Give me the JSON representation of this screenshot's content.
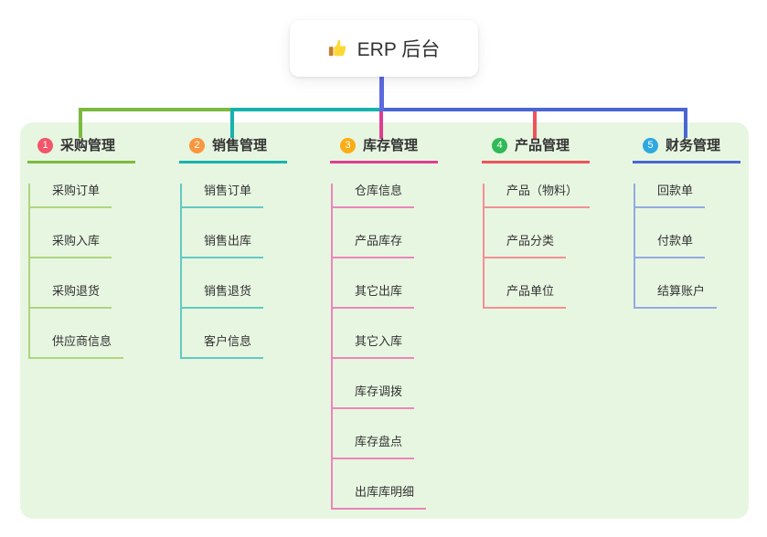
{
  "root": {
    "title": "ERP 后台",
    "icon": "thumbs-up-icon",
    "line_color": "#5B6AE0"
  },
  "panel": {
    "background": "#E7F6E1"
  },
  "branches": [
    {
      "index": "1",
      "label": "采购管理",
      "color": "#7CBA3F",
      "light_color": "#AED57F",
      "badge_color": "#F3566A",
      "children": [
        "采购订单",
        "采购入库",
        "采购退货",
        "供应商信息"
      ]
    },
    {
      "index": "2",
      "label": "销售管理",
      "color": "#16B3AC",
      "light_color": "#63C9C4",
      "badge_color": "#F9973F",
      "children": [
        "销售订单",
        "销售出库",
        "销售退货",
        "客户信息"
      ]
    },
    {
      "index": "3",
      "label": "库存管理",
      "color": "#DF3E92",
      "light_color": "#EC86BB",
      "badge_color": "#FAAD14",
      "children": [
        "仓库信息",
        "产品库存",
        "其它出库",
        "其它入库",
        "库存调拨",
        "库存盘点",
        "出库库明细"
      ]
    },
    {
      "index": "4",
      "label": "产品管理",
      "color": "#F0525C",
      "light_color": "#F58F95",
      "badge_color": "#2FBA55",
      "children": [
        "产品（物料）",
        "产品分类",
        "产品单位"
      ]
    },
    {
      "index": "5",
      "label": "财务管理",
      "color": "#4A66D2",
      "light_color": "#93A9E3",
      "badge_color": "#2FA8E0",
      "children": [
        "回款单",
        "付款单",
        "结算账户"
      ]
    }
  ]
}
